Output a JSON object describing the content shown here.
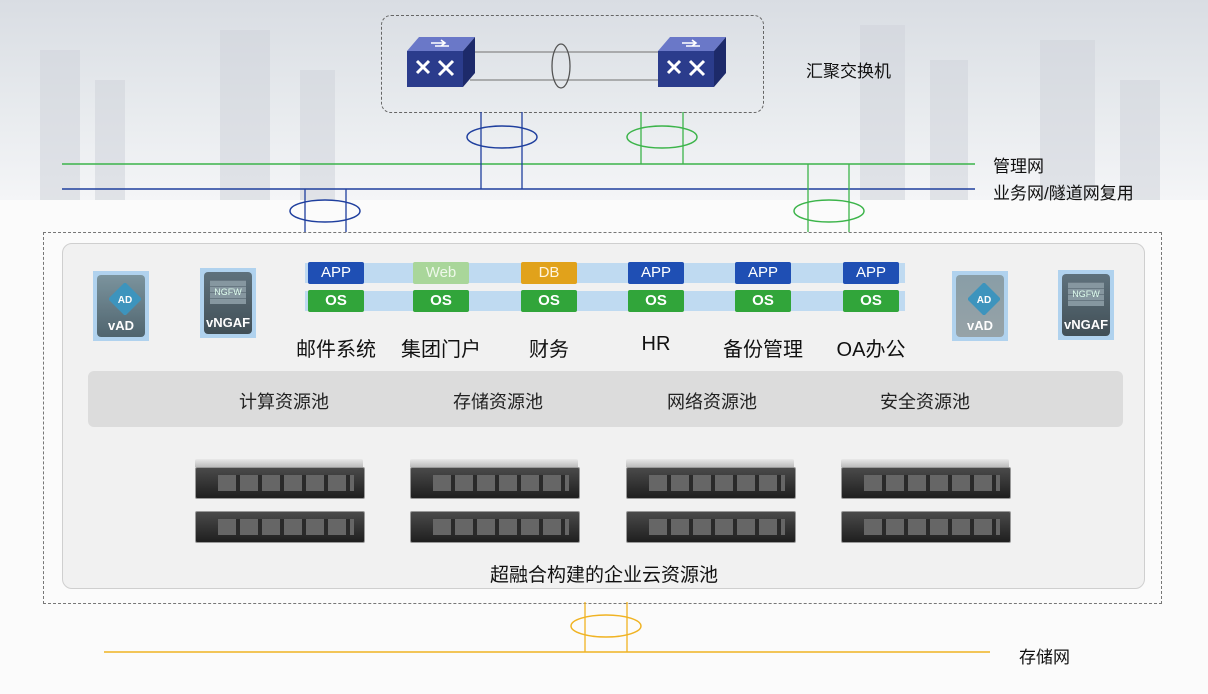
{
  "core": {
    "label": "汇聚交换机"
  },
  "networks": {
    "mgmt": "管理网",
    "business": "业务网/隧道网复用",
    "storage": "存储网"
  },
  "colors": {
    "mgmt": "#3cb44a",
    "business": "#1f3f9e",
    "storage": "#f0b323",
    "app": "#1f4fb4",
    "os": "#31a53a"
  },
  "apps": [
    {
      "top": "APP",
      "bottom": "OS",
      "name": "邮件系统"
    },
    {
      "top": "Web",
      "bottom": "OS",
      "name": "集团门户"
    },
    {
      "top": "DB",
      "bottom": "OS",
      "name": "财务"
    },
    {
      "top": "APP",
      "bottom": "OS",
      "name": "HR"
    },
    {
      "top": "APP",
      "bottom": "OS",
      "name": "备份管理"
    },
    {
      "top": "APP",
      "bottom": "OS",
      "name": "OA办公"
    }
  ],
  "side_icons": [
    {
      "icon": "ad-icon",
      "label": "vAD"
    },
    {
      "icon": "ngfw-icon",
      "label": "vNGAF",
      "mark": "NGFW"
    },
    {
      "icon": "ad-icon",
      "label": "vAD"
    },
    {
      "icon": "ngfw-icon",
      "label": "vNGAF",
      "mark": "NGFW"
    }
  ],
  "pools": [
    "计算资源池",
    "存储资源池",
    "网络资源池",
    "安全资源池"
  ],
  "cluster_title": "超融合构建的企业云资源池"
}
